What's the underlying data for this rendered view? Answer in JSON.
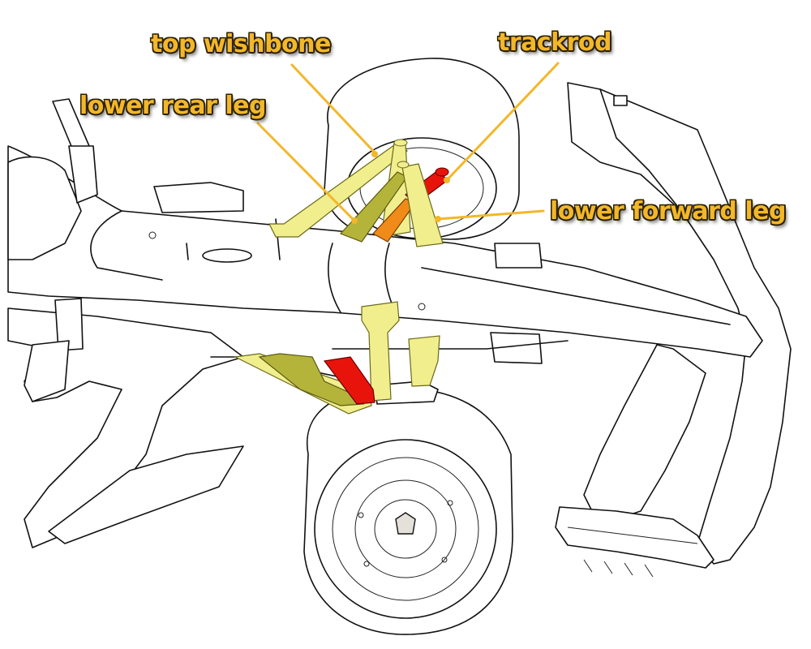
{
  "labels": {
    "top_wishbone": "top wishbone",
    "trackrod": "trackrod",
    "lower_rear_leg": "lower rear leg",
    "lower_forward_leg": "lower forward leg"
  },
  "colors": {
    "label_fill": "#f2b72a",
    "label_outline": "#2a1f00",
    "leader": "#f2b72a",
    "wishbone_yellow": "#f1ee8e",
    "wishbone_olive": "#b4b43a",
    "trackrod_red": "#e8140c",
    "trackrod_orange": "#f08a18"
  }
}
